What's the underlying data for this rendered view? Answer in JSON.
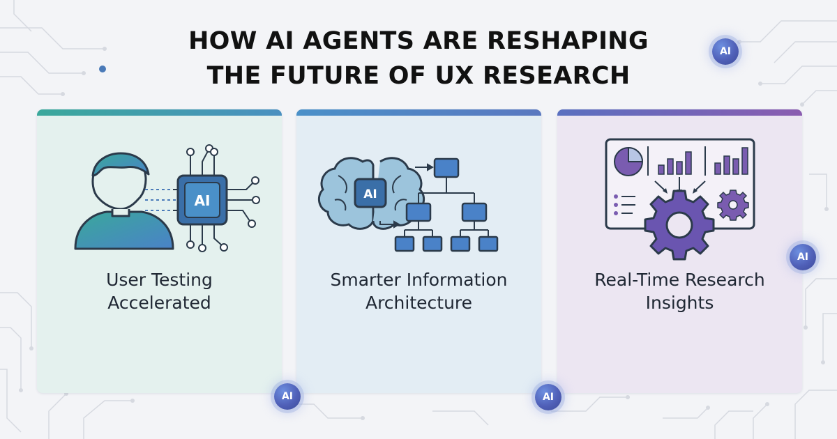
{
  "title": {
    "line1": "HOW AI AGENTS ARE RESHAPING",
    "line2": "THE FUTURE OF UX RESEARCH"
  },
  "cards": [
    {
      "line1": "User Testing",
      "line2": "Accelerated",
      "icon": "user-ai-chip-icon",
      "accent": "#3aa89b",
      "bg": "#e4f1ee"
    },
    {
      "line1": "Smarter Information",
      "line2": "Architecture",
      "icon": "brain-sitemap-icon",
      "accent": "#4a82c8",
      "bg": "#e3edf4"
    },
    {
      "line1": "Real-Time Research",
      "line2": "Insights",
      "icon": "dashboard-gear-icon",
      "accent": "#7a5cb0",
      "bg": "#ece6f2"
    }
  ],
  "badges": [
    {
      "label": "AI"
    },
    {
      "label": "AI"
    },
    {
      "label": "AI"
    },
    {
      "label": "AI"
    }
  ],
  "icon_text": {
    "chip": "AI",
    "brain": "AI"
  },
  "colors": {
    "background": "#f3f4f7",
    "teal": "#3aa89b",
    "blue": "#4a82c8",
    "purple": "#7a5cb0",
    "title": "#111111"
  }
}
